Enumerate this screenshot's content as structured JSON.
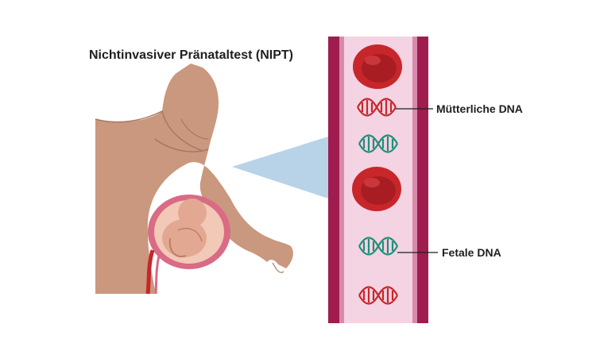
{
  "title": "Nichtinvasiver Pränataltest (NIPT)",
  "labels": {
    "maternal_dna": "Mütterliche DNA",
    "fetal_dna": "Fetale DNA"
  },
  "colors": {
    "skin": "#c9987e",
    "skin_shadow": "#a87763",
    "vessel_wall": "#9e1d4e",
    "vessel_inner": "#f4d3e2",
    "vessel_stripe": "#d98aab",
    "blood_cell": "#c7262b",
    "maternal_dna": "#c7262b",
    "fetal_dna": "#1e8f7a",
    "zoom_cone": "#b8d3e8",
    "uterus": "#d96b85"
  },
  "icons": [
    "torso-illustration",
    "uterus-fetus-illustration",
    "red-blood-cell-icon",
    "dna-helix-icon"
  ]
}
